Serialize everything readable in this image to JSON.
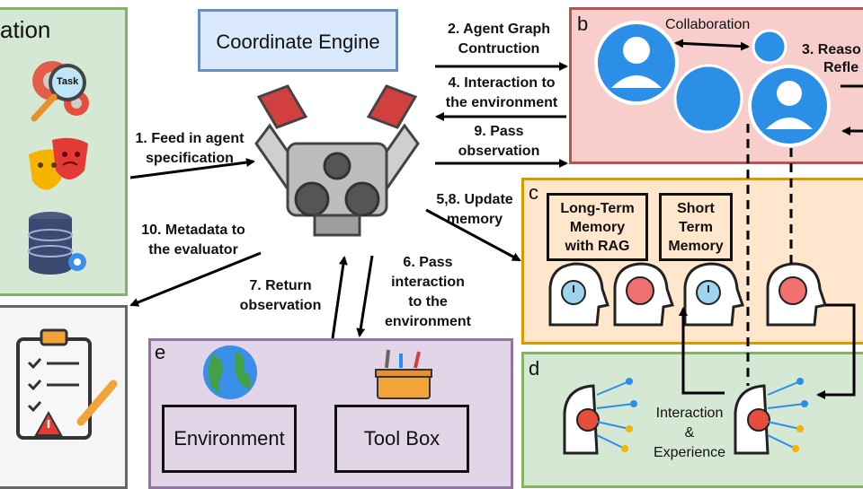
{
  "panels": {
    "a_title": "ation",
    "b_letter": "b",
    "c_letter": "c",
    "d_letter": "d",
    "e_letter": "e"
  },
  "engine": {
    "title": "Coordinate Engine"
  },
  "panel_b": {
    "collaboration": "Collaboration",
    "reason_line1": "3. Reaso",
    "reason_line2": "Refle"
  },
  "panel_c": {
    "long_term": [
      "Long-Term",
      "Memory",
      "with RAG"
    ],
    "short_term": [
      "Short",
      "Term",
      "Memory"
    ]
  },
  "panel_d": {
    "interaction": "Interaction",
    "amp": "&",
    "experience": "Experience"
  },
  "panel_e": {
    "environment": "Environment",
    "toolbox": "Tool Box"
  },
  "icon_text": {
    "task": "Task"
  },
  "steps": {
    "s1": [
      "1. Feed in agent",
      "specification"
    ],
    "s2": [
      "2. Agent Graph",
      "Contruction"
    ],
    "s4": [
      "4. Interaction to",
      "the environment"
    ],
    "s9": [
      "9. Pass",
      "observation"
    ],
    "s58": [
      "5,8. Update",
      "memory"
    ],
    "s10": [
      "10. Metadata to",
      "the evaluator"
    ],
    "s6": [
      "6. Pass",
      "interaction",
      "to the",
      "environment"
    ],
    "s7": [
      "7. Return",
      "observation"
    ]
  },
  "colors": {
    "green": "#82b366",
    "green_fill": "#d5e8d4",
    "red": "#b85450",
    "red_fill": "#f8cecc",
    "orange": "#d79b00",
    "orange_fill": "#ffe6cc",
    "purple": "#9673a6",
    "purple_fill": "#e1d5e7",
    "blue": "#6c8ebf",
    "blue_fill": "#dae8fc",
    "agent_blue": "#2b8fe8"
  }
}
